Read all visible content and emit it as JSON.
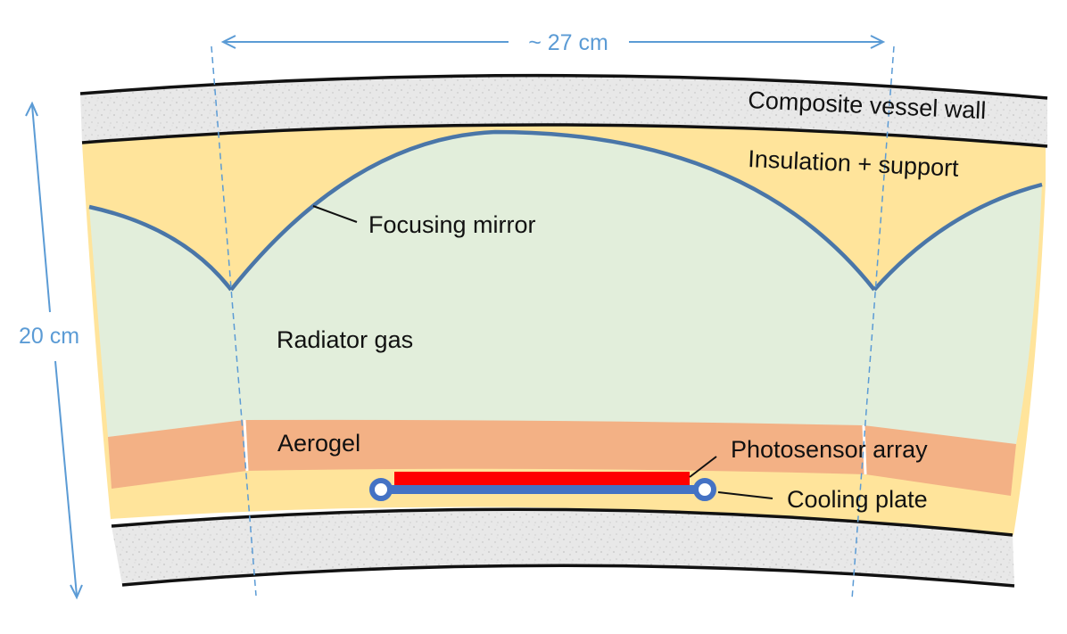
{
  "dimensions": {
    "width_label": "~ 27 cm",
    "height_label": "20 cm"
  },
  "labels": {
    "vessel_wall": "Composite vessel wall",
    "insulation": "Insulation + support",
    "mirror": "Focusing mirror",
    "radiator": "Radiator gas",
    "aerogel": "Aerogel",
    "photosensor": "Photosensor array",
    "cooling": "Cooling plate"
  },
  "colors": {
    "vessel_wall": "#e6e6e6",
    "insulation": "#ffe49b",
    "radiator_gas": "#e2eedb",
    "aerogel": "#f3b185",
    "mirror": "#4a76a8",
    "photosensor": "#ff0000",
    "cooling_plate": "#4472c4",
    "dimension": "#5b9bd5"
  }
}
